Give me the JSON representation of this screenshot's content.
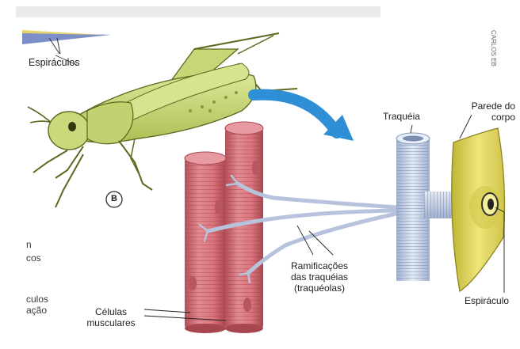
{
  "labels": {
    "espiraculos_top": "Espiráculos",
    "b_marker": "B",
    "traqueia": "Traquéia",
    "parede_line1": "Parede do",
    "parede_line2": "corpo",
    "ramificacoes_line1": "Ramificações",
    "ramificacoes_line2": "das traquéias",
    "ramificacoes_line3": "(traquéolas)",
    "celulas_line1": "Células",
    "celulas_line2": "musculares",
    "espiraculo_bottom": "Espiráculo",
    "credit": "CARLOS EB"
  },
  "cropped_fragments": [
    "n",
    "cos",
    "culos",
    "ação"
  ],
  "colors": {
    "grasshopper_body": "#c9d97a",
    "grasshopper_outline": "#5a6a1e",
    "muscle": "#d9737c",
    "muscle_dark": "#b4505a",
    "trachea": "#c9d3e6",
    "arrow": "#2f8fd6",
    "body_wall": "#e6dc6a"
  }
}
